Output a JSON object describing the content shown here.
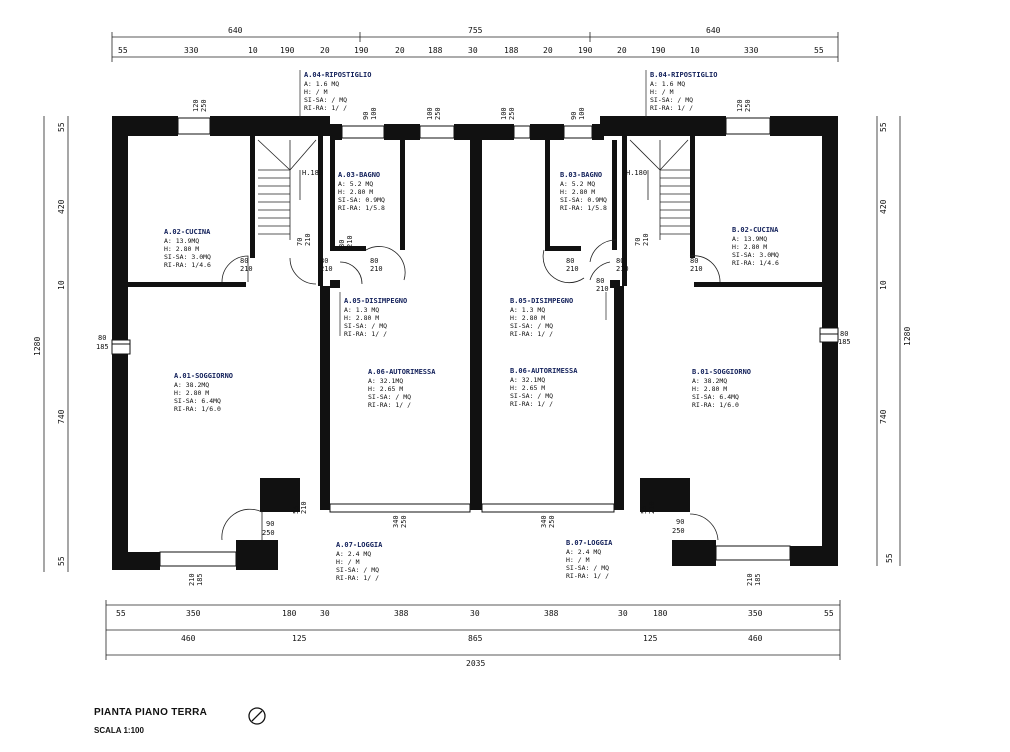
{
  "drawing": {
    "title": "PIANTA PIANO TERRA",
    "scale": "SCALA 1:100"
  },
  "dims_top_row1": [
    "640",
    "755",
    "640"
  ],
  "dims_top_row2": [
    "55",
    "330",
    "10",
    "190",
    "20",
    "190",
    "20",
    "188",
    "30",
    "188",
    "20",
    "190",
    "20",
    "190",
    "10",
    "330",
    "55"
  ],
  "dims_bottom_row1": [
    "55",
    "350",
    "180",
    "30",
    "388",
    "30",
    "388",
    "30",
    "180",
    "350",
    "55"
  ],
  "dims_bottom_row2": [
    "460",
    "125",
    "865",
    "125",
    "460"
  ],
  "dims_bottom_total": "2035",
  "dims_left": [
    "55",
    "420",
    "10",
    "1280",
    "740",
    "55"
  ],
  "dims_right": [
    "55",
    "420",
    "10",
    "1280",
    "740",
    "55"
  ],
  "rooms": [
    {
      "title": "A.04-RIPOSTIGLIO",
      "lines": [
        "A: 1.6 MQ",
        "H:  /    M",
        "SI-SA:  /   MQ",
        "RI-RA: 1/ /"
      ]
    },
    {
      "title": "A.03-BAGNO",
      "lines": [
        "A: 5.2 MQ",
        "H: 2.80 M",
        "SI-SA: 0.9MQ",
        "RI-RA: 1/5.8"
      ]
    },
    {
      "title": "A.02-CUCINA",
      "lines": [
        "A: 13.9MQ",
        "H: 2.80 M",
        "SI-SA: 3.0MQ",
        "RI-RA: 1/4.6"
      ]
    },
    {
      "title": "A.05-DISIMPEGNO",
      "lines": [
        "A: 1.3  MQ",
        "H: 2.80 M",
        "SI-SA:  /   MQ",
        "RI-RA: 1/ /"
      ]
    },
    {
      "title": "A.01-SOGGIORNO",
      "lines": [
        "A: 38.2MQ",
        "H: 2.80 M",
        "SI-SA: 6.4MQ",
        "RI-RA: 1/6.0"
      ]
    },
    {
      "title": "A.06-AUTORIMESSA",
      "lines": [
        "A: 32.1MQ",
        "H: 2.65 M",
        "SI-SA:  /   MQ",
        "RI-RA: 1/ /"
      ]
    },
    {
      "title": "A.07-LOGGIA",
      "lines": [
        "A: 2.4 MQ",
        "H:  /    M",
        "SI-SA:  /   MQ",
        "RI-RA: 1/ /"
      ]
    },
    {
      "title": "B.04-RIPOSTIGLIO",
      "lines": [
        "A: 1.6 MQ",
        "H:  /    M",
        "SI-SA:  /   MQ",
        "RI-RA: 1/ /"
      ]
    },
    {
      "title": "B.03-BAGNO",
      "lines": [
        "A: 5.2 MQ",
        "H: 2.80 M",
        "SI-SA: 0.9MQ",
        "RI-RA: 1/5.8"
      ]
    },
    {
      "title": "B.02-CUCINA",
      "lines": [
        "A: 13.9MQ",
        "H: 2.80 M",
        "SI-SA: 3.0MQ",
        "RI-RA: 1/4.6"
      ]
    },
    {
      "title": "B.05-DISIMPEGNO",
      "lines": [
        "A: 1.3  MQ",
        "H: 2.80 M",
        "SI-SA:  /   MQ",
        "RI-RA: 1/ /"
      ]
    },
    {
      "title": "B.06-AUTORIMESSA",
      "lines": [
        "A: 32.1MQ",
        "H: 2.65 M",
        "SI-SA:  /   MQ",
        "RI-RA: 1/ /"
      ]
    },
    {
      "title": "B.01-SOGGIORNO",
      "lines": [
        "A: 38.2MQ",
        "H: 2.80 M",
        "SI-SA: 6.4MQ",
        "RI-RA: 1/6.0"
      ]
    },
    {
      "title": "B.07-LOGGIA",
      "lines": [
        "A: 2.4 MQ",
        "H:  /    M",
        "SI-SA:  /   MQ",
        "RI-RA: 1/ /"
      ]
    }
  ],
  "openings": [
    {
      "top": "120",
      "bottom": "250"
    },
    {
      "top": "90",
      "bottom": "100"
    },
    {
      "top": "100",
      "bottom": "250"
    },
    {
      "top": "100",
      "bottom": "250"
    },
    {
      "top": "90",
      "bottom": "100"
    },
    {
      "top": "120",
      "bottom": "250"
    },
    {
      "top": "80",
      "bottom": "210"
    },
    {
      "top": "70",
      "bottom": "210"
    },
    {
      "top": "80",
      "bottom": "210"
    },
    {
      "top": "80",
      "bottom": "210"
    },
    {
      "top": "80",
      "bottom": "210"
    },
    {
      "top": "80",
      "bottom": "210"
    },
    {
      "top": "80",
      "bottom": "210"
    },
    {
      "top": "70",
      "bottom": "210"
    },
    {
      "top": "80",
      "bottom": "210"
    },
    {
      "top": "80",
      "bottom": "210"
    },
    {
      "top": "80",
      "bottom": "185"
    },
    {
      "top": "80",
      "bottom": "185"
    },
    {
      "top": "90",
      "bottom": "250"
    },
    {
      "top": "90",
      "bottom": "250"
    },
    {
      "top": "55",
      "bottom": "210"
    },
    {
      "top": "55",
      "bottom": "210"
    },
    {
      "top": "340",
      "bottom": "250"
    },
    {
      "top": "340",
      "bottom": "250"
    },
    {
      "top": "210",
      "bottom": "185"
    },
    {
      "top": "210",
      "bottom": "185"
    }
  ],
  "stair_labels": [
    "H.180",
    "H.180"
  ]
}
